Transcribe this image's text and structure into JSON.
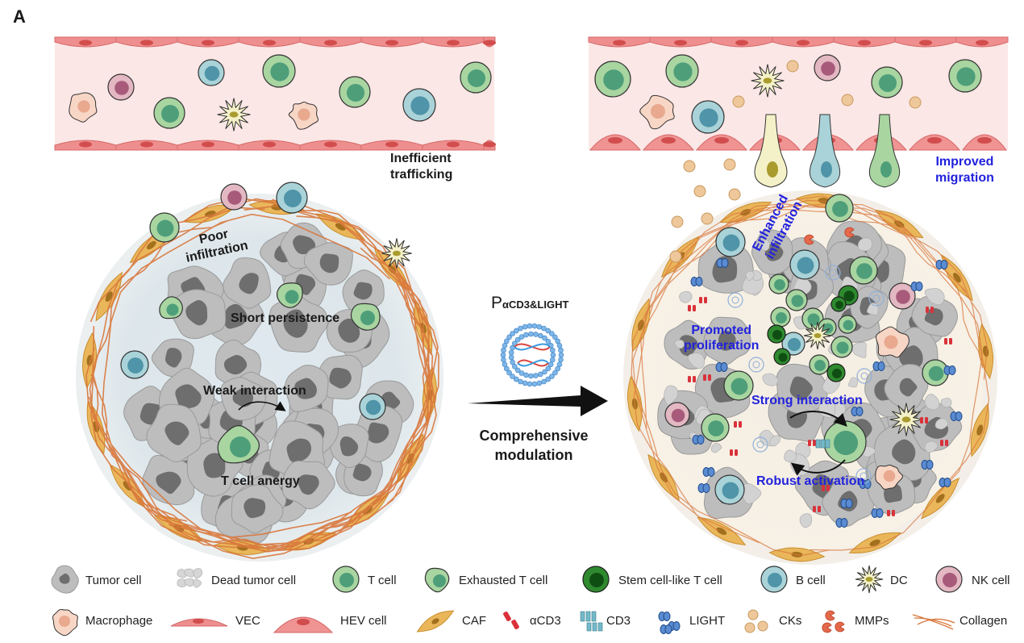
{
  "panel_label": "A",
  "left": {
    "inefficient_trafficking": [
      "Inefficient",
      "trafficking"
    ],
    "poor_infiltration": [
      "Poor",
      "infiltration"
    ],
    "short_persistence": "Short persistence",
    "weak_interaction": "Weak interaction",
    "t_cell_anergy": "T cell anergy"
  },
  "middle": {
    "nanoparticle_label_main": "P",
    "nanoparticle_label_sub": "αCD3&LIGHT",
    "modulation": [
      "Comprehensive",
      "modulation"
    ]
  },
  "right": {
    "improved_migration": [
      "Improved",
      "migration"
    ],
    "enhanced_infiltration": [
      "Enhanced",
      "infiltration"
    ],
    "promoted_proliferation": [
      "Promoted",
      "proliferation"
    ],
    "strong_interaction": "Strong interaction",
    "robust_activation": "Robust activation"
  },
  "legend": {
    "row1": [
      "Tumor cell",
      "Dead tumor cell",
      "T cell",
      "Exhausted T cell",
      "Stem cell-like T cell",
      "B cell",
      "DC",
      "NK cell"
    ],
    "row2": [
      "Macrophage",
      "VEC",
      "HEV cell",
      "CAF",
      "αCD3",
      "CD3",
      "LIGHT",
      "CKs",
      "MMPs",
      "Collagen"
    ]
  },
  "colors": {
    "t_cell": "#a8d5a0",
    "t_cell_nucleus": "#4e9e7a",
    "b_cell": "#a9d3d8",
    "b_cell_nucleus": "#4f94a8",
    "nk_cell": "#e3b8c3",
    "nk_nucleus": "#a85a7a",
    "vessel_bg": "#fbe7e6",
    "vessel_cell": "#ef8e8e",
    "tumor": "#b5b5b5",
    "caf": "#e8b458",
    "collagen": "#d9773c",
    "accent_blue": "#2222dd"
  }
}
